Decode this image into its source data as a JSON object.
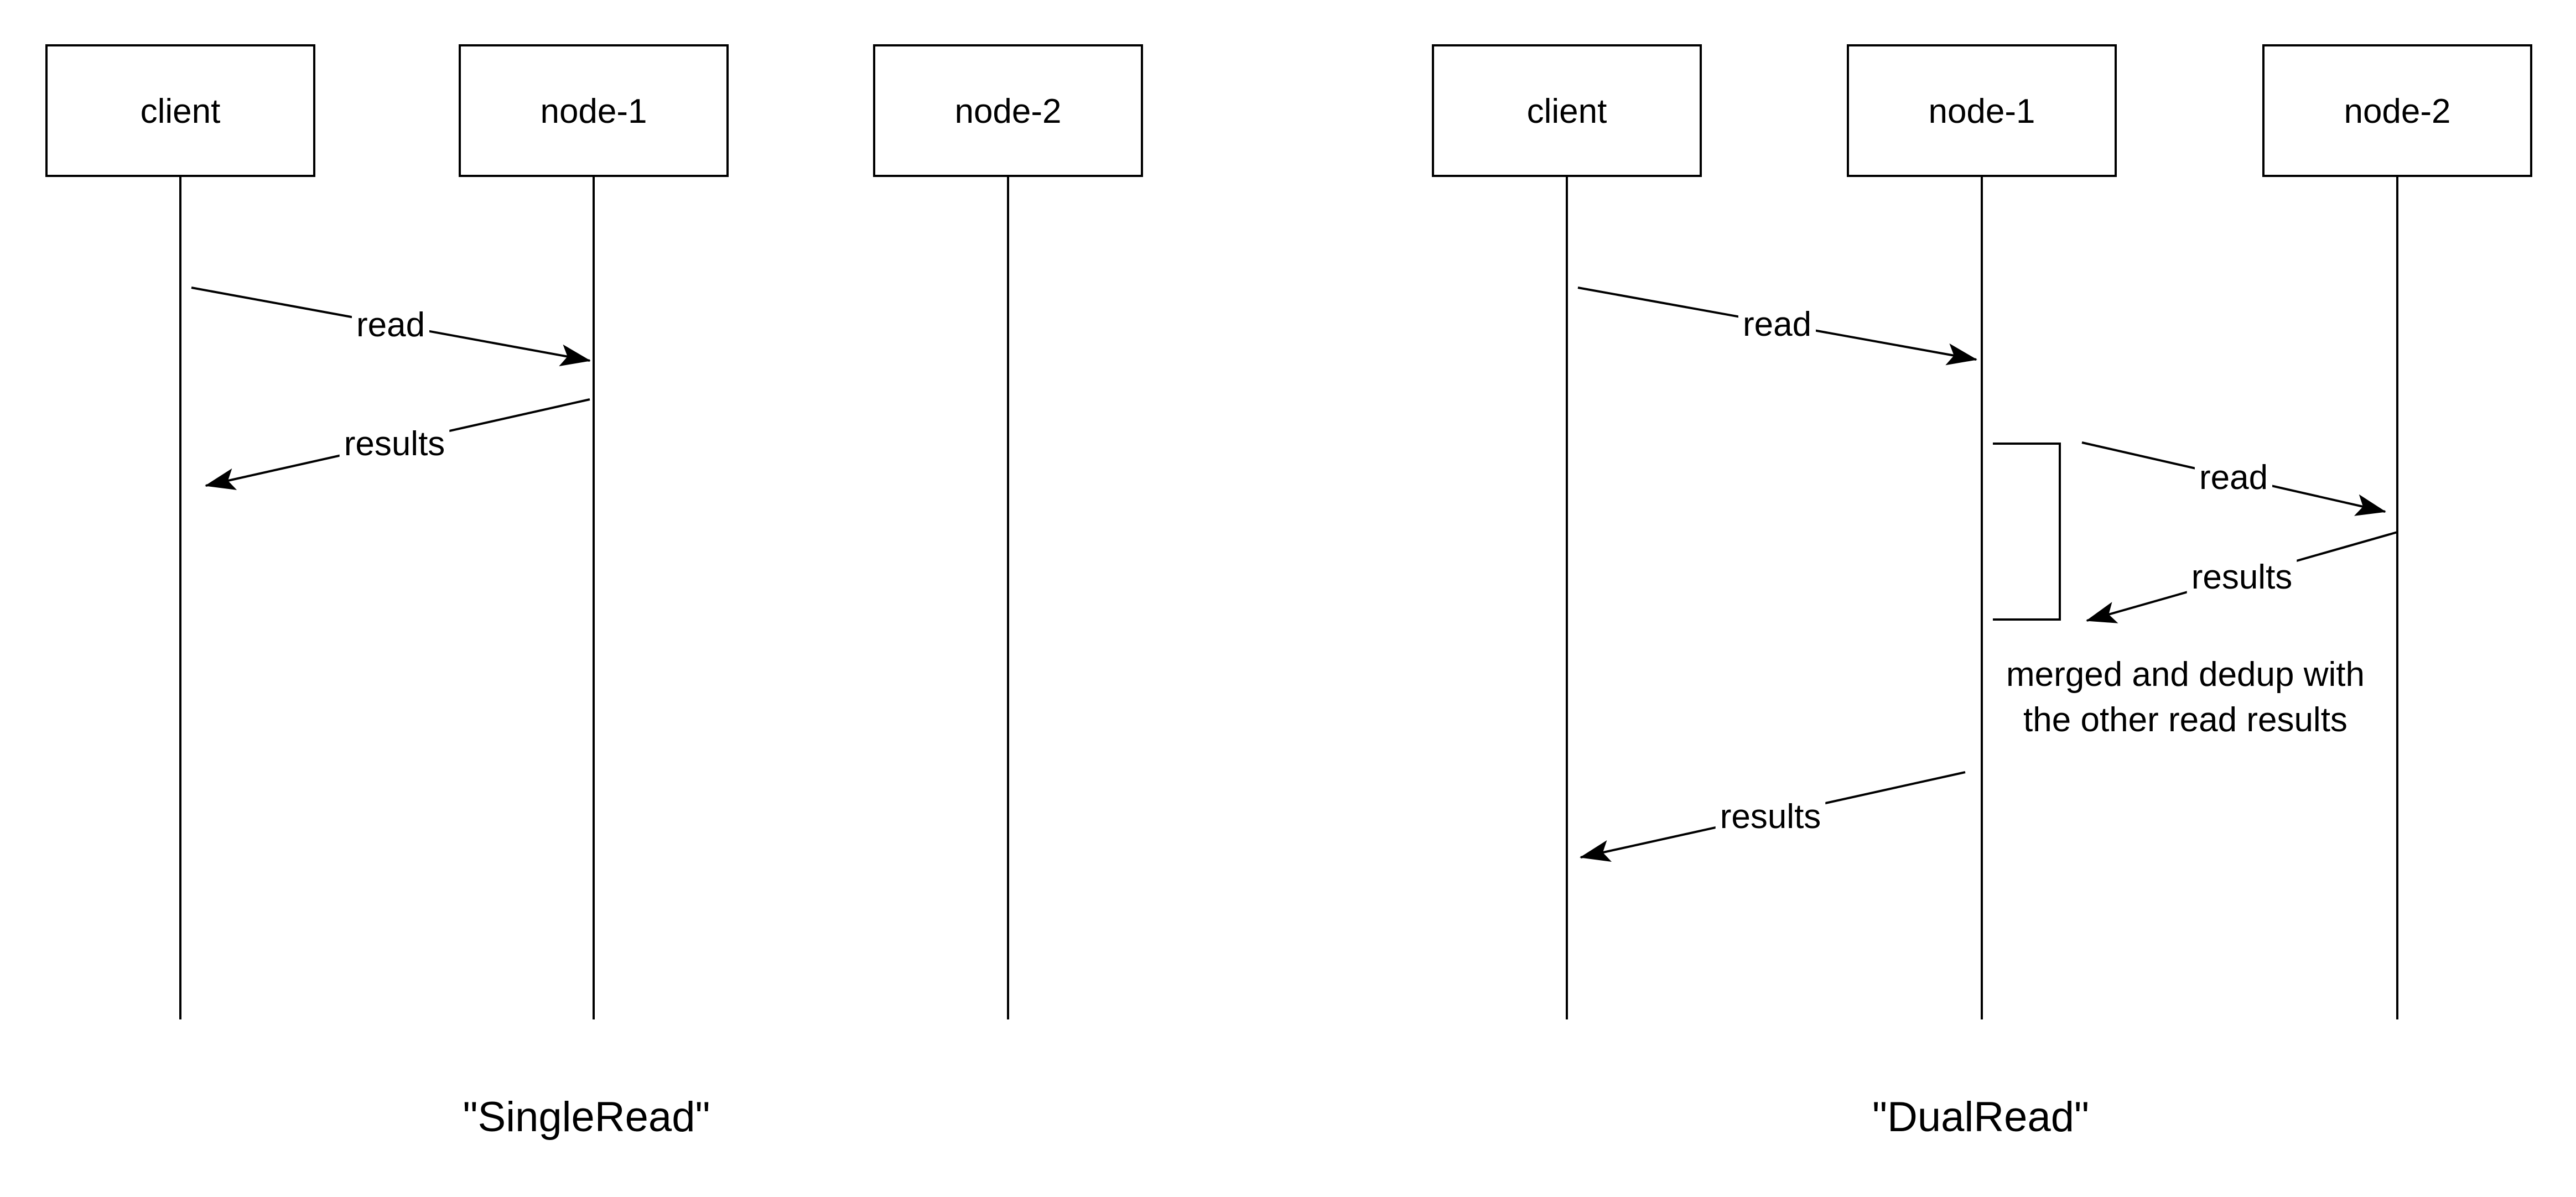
{
  "colors": {
    "line": "#000000",
    "background": "#ffffff",
    "text": "#000000"
  },
  "diagrams": [
    {
      "caption": "\"SingleRead\"",
      "actors": [
        "client",
        "node-1",
        "node-2"
      ],
      "messages": [
        {
          "from": "client",
          "to": "node-1",
          "label": "read"
        },
        {
          "from": "node-1",
          "to": "client",
          "label": "results"
        }
      ]
    },
    {
      "caption": "\"DualRead\"",
      "actors": [
        "client",
        "node-1",
        "node-2"
      ],
      "messages": [
        {
          "from": "client",
          "to": "node-1",
          "label": "read"
        },
        {
          "from": "node-1",
          "to": "node-2",
          "label": "read"
        },
        {
          "from": "node-2",
          "to": "node-1",
          "label": "results"
        },
        {
          "from": "node-1",
          "to": "client",
          "label": "results"
        }
      ],
      "note": {
        "lines": [
          "merged and dedup with",
          "the other read results"
        ]
      }
    }
  ]
}
